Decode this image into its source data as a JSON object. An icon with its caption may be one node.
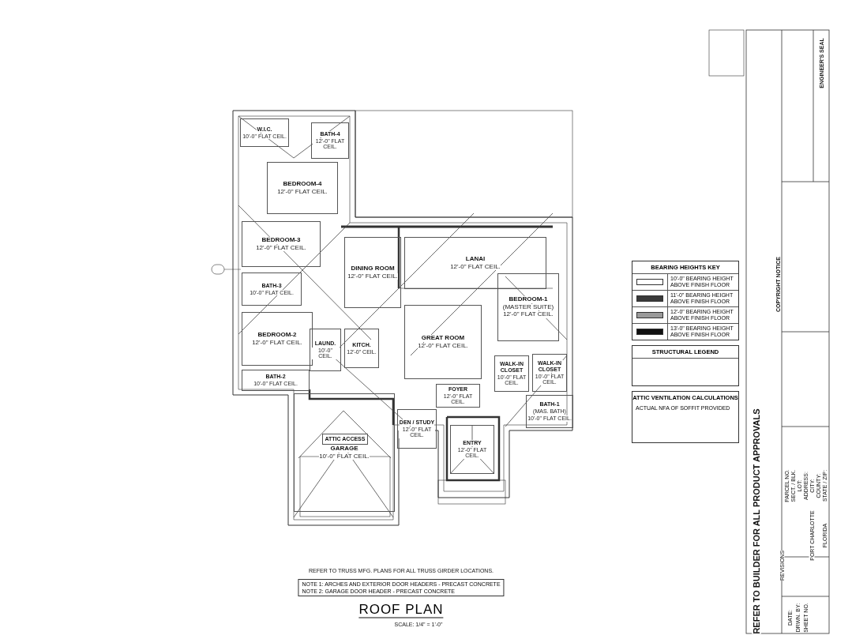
{
  "diagram": {
    "title": "ROOF PLAN",
    "nodes": [
      {
        "text": [
          "W.I.C.",
          "10'-0\" FLAT CEIL."
        ]
      },
      {
        "text": [
          "BATH-4",
          "12'-0\" FLAT CEIL."
        ]
      },
      {
        "text": [
          "BEDROOM-4",
          "12'-0\" FLAT CEIL."
        ]
      },
      {
        "text": [
          "BEDROOM-3",
          "12'-0\" FLAT CEIL."
        ]
      },
      {
        "text": [
          "DINING ROOM",
          "12'-0\" FLAT CEIL."
        ]
      },
      {
        "text": [
          "LANAI",
          "12'-0\" FLAT CEIL."
        ]
      },
      {
        "text": [
          "BATH-3",
          "10'-0\" FLAT CEIL."
        ]
      },
      {
        "text": [
          "BEDROOM-2",
          "12'-0\" FLAT CEIL."
        ]
      },
      {
        "text": [
          "BATH-2",
          "10'-0\" FLAT CEIL."
        ]
      },
      {
        "text": [
          "LAUND.",
          "10'-0\" CEIL."
        ]
      },
      {
        "text": [
          "KITCH.",
          "12'-0\" CEIL."
        ]
      },
      {
        "text": [
          "GREAT ROOM",
          "12'-0\" FLAT CEIL."
        ]
      },
      {
        "text": [
          "BEDROOM-1",
          "(MASTER SUITE)",
          "12'-0\" FLAT CEIL."
        ]
      },
      {
        "text": [
          "WALK-IN CLOSET",
          "10'-0\" FLAT CEIL."
        ]
      },
      {
        "text": [
          "WALK-IN CLOSET",
          "10'-0\" FLAT CEIL."
        ]
      },
      {
        "text": [
          "BATH-1",
          "(MAS. BATH)",
          "10'-0\" FLAT CEIL."
        ]
      },
      {
        "text": [
          "FOYER",
          "12'-0\" FLAT CEIL."
        ]
      },
      {
        "text": [
          "DEN / STUDY",
          "12'-0\" FLAT CEIL."
        ]
      },
      {
        "text": [
          "ENTRY",
          "12'-0\" FLAT CEIL."
        ]
      },
      {
        "text": [
          "GARAGE",
          "10'-0\" FLAT CEIL."
        ]
      },
      {
        "text": [
          "ATTIC ACCESS"
        ],
        "in": 19
      }
    ],
    "labels": [
      "REFER TO TRUSS MFG. PLANS FOR ALL TRUSS GIRDER LOCATIONS.",
      "NOTE 1: ARCHES AND EXTERIOR DOOR HEADERS - PRECAST CONCRETE",
      "NOTE 2: GARAGE DOOR HEADER - PRECAST CONCRETE",
      "SCALE: 1/4\" = 1'-0\"",
      "BEARING HEIGHTS KEY",
      "STRUCTURAL LEGEND",
      "ATTIC VENTILATION CALCULATIONS",
      "ACTUAL NFA OF SOFFIT PROVIDED",
      "REFER TO BUILDER FOR ALL PRODUCT APPROVALS",
      "REVISIONS",
      "DATE:",
      "DRWN. BY:",
      "SHEET NO.",
      "COPYRIGHT NOTICE",
      "ENGINEER'S SEAL",
      "PARCEL NO.",
      "SECT. / BLK.",
      "LOT:",
      "ADDRESS:",
      "CITY:",
      "COUNTY:",
      "STATE / ZIP:",
      "PORT CHARLOTTE",
      "FLORIDA"
    ],
    "legend": [
      {
        "text": "10'-0\" BEARING HEIGHT ABOVE FINISH FLOOR",
        "color": "#ffffff"
      },
      {
        "text": "11'-0\" BEARING HEIGHT ABOVE FINISH FLOOR",
        "color": "#3a3a3a"
      },
      {
        "text": "12'-0\" BEARING HEIGHT ABOVE FINISH FLOOR",
        "color": "#9a9a9a"
      },
      {
        "text": "13'-0\" BEARING HEIGHT ABOVE FINISH FLOOR",
        "color": "#111111"
      }
    ]
  }
}
